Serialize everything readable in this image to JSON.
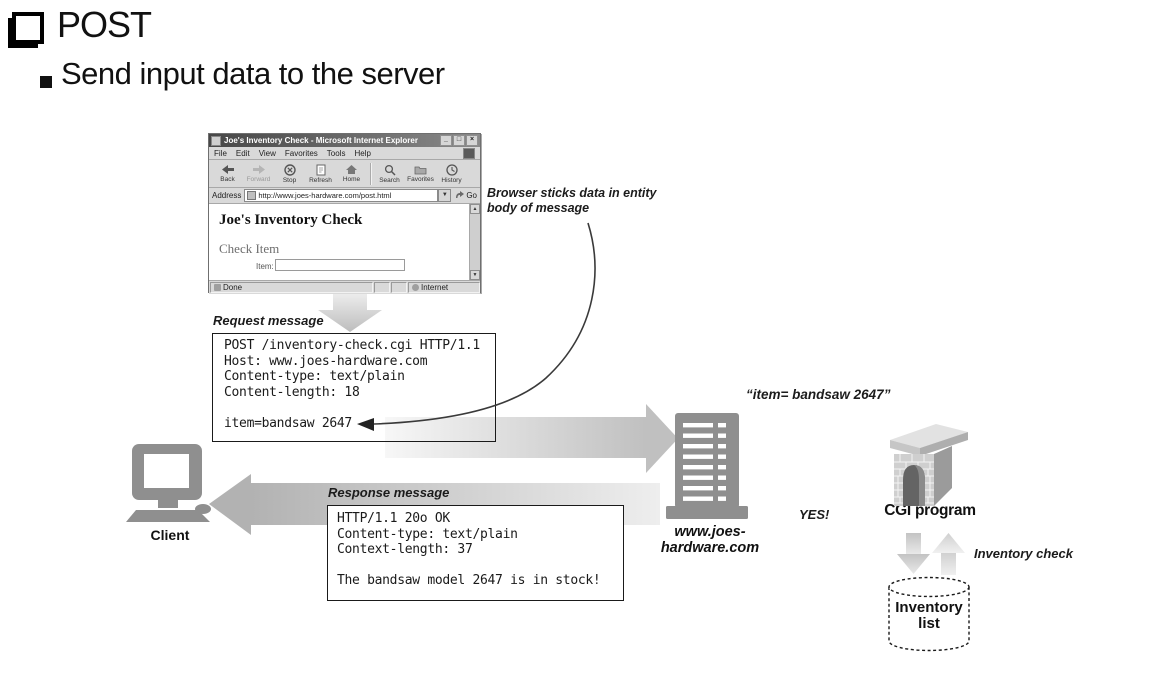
{
  "slide": {
    "title": "POST",
    "subtitle": "Send input data to the server"
  },
  "browser": {
    "window_title": "Joe's Inventory Check - Microsoft Internet Explorer",
    "menu": [
      "File",
      "Edit",
      "View",
      "Favorites",
      "Tools",
      "Help"
    ],
    "toolbar": [
      "Back",
      "Forward",
      "Stop",
      "Refresh",
      "Home",
      "Search",
      "Favorites",
      "History"
    ],
    "address_label": "Address",
    "address_url": "http://www.joes-hardware.com/post.html",
    "go_label": "Go",
    "page": {
      "heading": "Joe's Inventory Check",
      "subheading": "Check Item",
      "field_label": "Item:",
      "field_value": ""
    },
    "status_left": "Done",
    "status_right": "Internet"
  },
  "diagram": {
    "request_label": "Request message",
    "request_text": "POST /inventory-check.cgi HTTP/1.1\nHost: www.joes-hardware.com\nContent-type: text/plain\nContent-length: 18\n\nitem=bandsaw 2647",
    "annotation": "Browser sticks data in entity\nbody of message",
    "entity_quote": "“item= bandsaw 2647”",
    "response_label": "Response message",
    "response_text": "HTTP/1.1 20o OK\nContent-type: text/plain\nContext-length: 37\n\nThe bandsaw model 2647 is in stock!",
    "client_label": "Client",
    "server_label": "www.joes-hardware.com",
    "yes_label": "YES!",
    "cgi_label": "CGI program",
    "inventory_check_label": "Inventory check",
    "inventory_list_label": "Inventory\nlist"
  },
  "colors": {
    "arrow_gray_dark": "#b6b6b6",
    "arrow_gray_light": "#ececec",
    "icon_gray": "#8f8f8f",
    "text": "#000000"
  }
}
